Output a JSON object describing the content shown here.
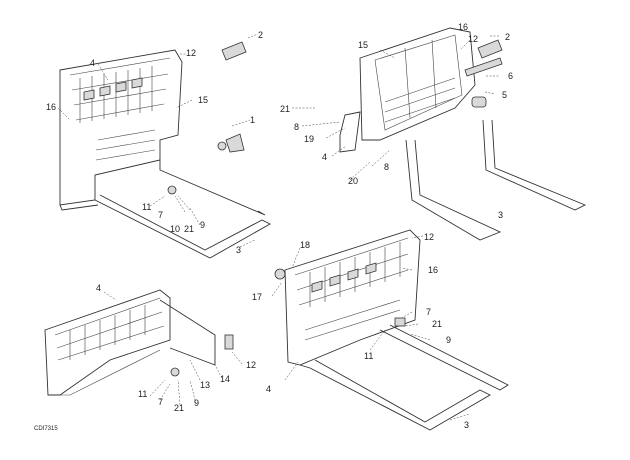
{
  "callouts": [
    "2",
    "4",
    "12",
    "15",
    "16",
    "5",
    "6",
    "21",
    "8",
    "19",
    "1",
    "11",
    "7",
    "10",
    "9",
    "3",
    "20",
    "18",
    "17",
    "14",
    "13"
  ],
  "diagram_code": "CDI7315"
}
